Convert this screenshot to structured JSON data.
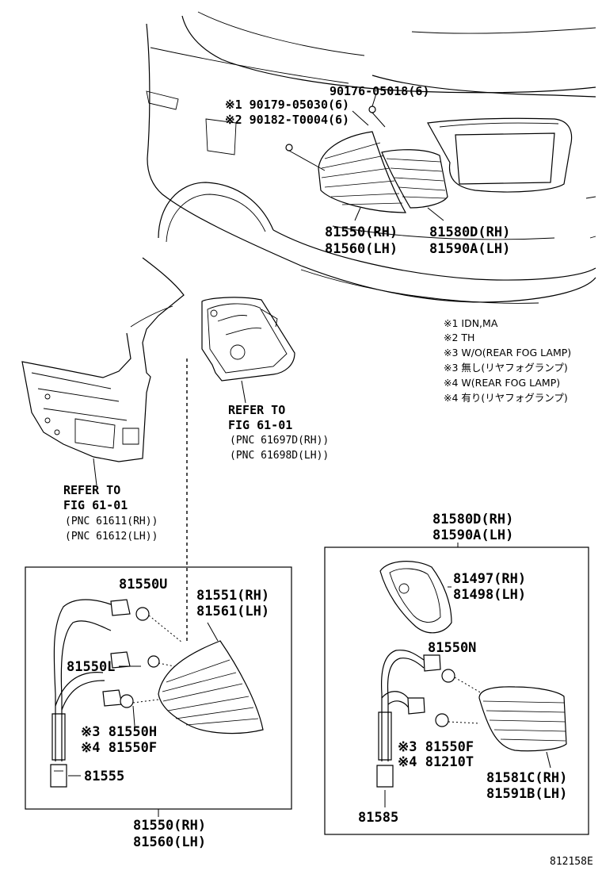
{
  "top_labels": {
    "bolt_a": "90176-05018(6)",
    "bolt_b": "※1 90179-05030(6)",
    "bolt_c": "※2 90182-T0004(6)",
    "lamp_rh": "81550(RH)",
    "lamp_lh": "81560(LH)",
    "inner_rh": "81580D(RH)",
    "inner_lh": "81590A(LH)"
  },
  "notes": [
    "※1 IDN,MA",
    "※2 TH",
    "※3 W/O(REAR FOG LAMP)",
    "※3 無し(リヤフォグランプ)",
    "※4 W(REAR FOG LAMP)",
    "※4 有り(リヤフォグランプ)"
  ],
  "ref1": {
    "line1": "REFER TO",
    "line2": "FIG 61-01",
    "line3": "(PNC 61697D(RH))",
    "line4": "(PNC 61698D(LH))"
  },
  "ref2": {
    "line1": "REFER TO",
    "line2": "FIG 61-01",
    "line3": "(PNC 61611(RH))",
    "line4": "(PNC 61612(LH))"
  },
  "left_box": {
    "socket_u": "81550U",
    "lens_rh": "81551(RH)",
    "lens_lh": "81561(LH)",
    "socket_l": "81550L",
    "socket_h": "※3 81550H",
    "socket_f": "※4 81550F",
    "wire": "81555",
    "bottom_rh": "81550(RH)",
    "bottom_lh": "81560(LH)"
  },
  "right_box": {
    "title_rh": "81580D(RH)",
    "title_lh": "81590A(LH)",
    "cover_rh": "81497(RH)",
    "cover_lh": "81498(LH)",
    "socket_n": "81550N",
    "socket_f": "※3 81550F",
    "socket_t": "※4 81210T",
    "lens_rh": "81581C(RH)",
    "lens_lh": "81591B(LH)",
    "wire": "81585"
  },
  "code": "812158E"
}
